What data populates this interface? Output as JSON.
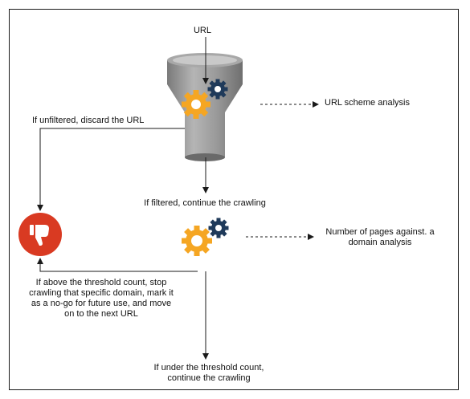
{
  "labels": {
    "url": "URL",
    "discard": "If unfiltered, discard the URL",
    "filtered": "If filtered, continue the crawling",
    "scheme_analysis": "URL scheme analysis",
    "pages_analysis": "Number of pages against. a domain analysis",
    "above_threshold": "If above the threshold count, stop crawling that specific domain, mark it as a no-go for future use, and move on to the next URL",
    "under_threshold": "If under the threshold count, continue the crawling"
  },
  "icons": {
    "funnel": "funnel-icon",
    "gear_large": "gear-icon",
    "gear_small": "gear-icon",
    "reject": "thumbs-down-icon"
  },
  "colors": {
    "funnel": "#8f8f8f",
    "gear_orange": "#f5a623",
    "gear_blue": "#1f3a5a",
    "reject_red": "#d93a22",
    "line": "#1a1a1a"
  }
}
